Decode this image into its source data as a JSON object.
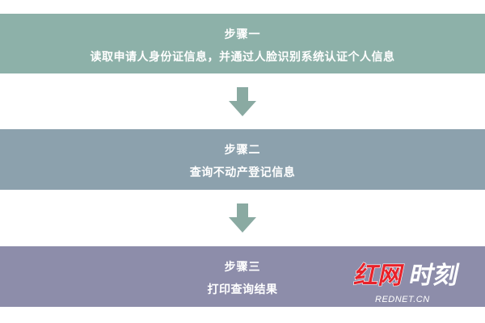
{
  "colors": {
    "step1": "#8db1a9",
    "step2": "#8ca1ad",
    "step3": "#8d8daa",
    "arrow": "#8aaaa2",
    "logo_red": "#e8222a"
  },
  "steps": [
    {
      "title": "步骤一",
      "description": "读取申请人身份证信息，并通过人脸识别系统认证个人信息"
    },
    {
      "title": "步骤二",
      "description": "查询不动产登记信息"
    },
    {
      "title": "步骤三",
      "description": "打印查询结果"
    }
  ],
  "logo": {
    "text": "红网时刻",
    "site": "REDNET.CN"
  }
}
